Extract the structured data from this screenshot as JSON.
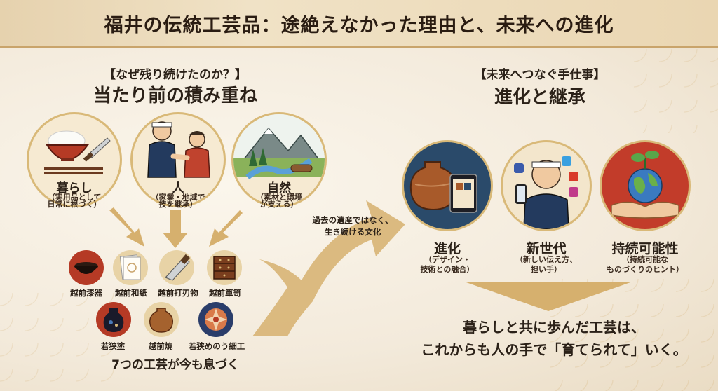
{
  "title": "福井の伝統工芸品：途絶えなかった理由と、未来への進化",
  "left": {
    "tag": "【なぜ残り続けたのか？】",
    "heading": "当たり前の積み重ね",
    "circles": [
      {
        "label": "暮らし",
        "sub1": "（実用品として",
        "sub2": "日常に根づく）"
      },
      {
        "label": "人",
        "sub1": "（家業・地域で",
        "sub2": "技を継承）"
      },
      {
        "label": "自然",
        "sub1": "（素材と環境",
        "sub2": "が支える）"
      }
    ],
    "crafts": [
      "越前漆器",
      "越前和紙",
      "越前打刃物",
      "越前箪笥",
      "若狭塗",
      "越前焼",
      "若狭めのう細工"
    ],
    "summary": "7つの工芸が今も息づく"
  },
  "arrow_text": {
    "line1": "過去の遺産ではなく、",
    "line2": "生き続ける文化"
  },
  "right": {
    "tag": "【未来へつなぐ手仕事】",
    "heading": "進化と継承",
    "circles": [
      {
        "label": "進化",
        "sub1": "（デザイン・",
        "sub2": "技術との融合）"
      },
      {
        "label": "新世代",
        "sub1": "（新しい伝え方、",
        "sub2": "担い手）"
      },
      {
        "label": "持続可能性",
        "sub1": "（持続可能な",
        "sub2": "ものづくりのヒント）"
      }
    ],
    "conclusion1": "暮らしと共に歩んだ工芸は、",
    "conclusion2": "これからも人の手で「育てられて」いく。"
  },
  "colors": {
    "accent": "#c9a46b",
    "arrow": "#d6b06e",
    "banner": "#ead6b2",
    "text": "#2b2118"
  }
}
